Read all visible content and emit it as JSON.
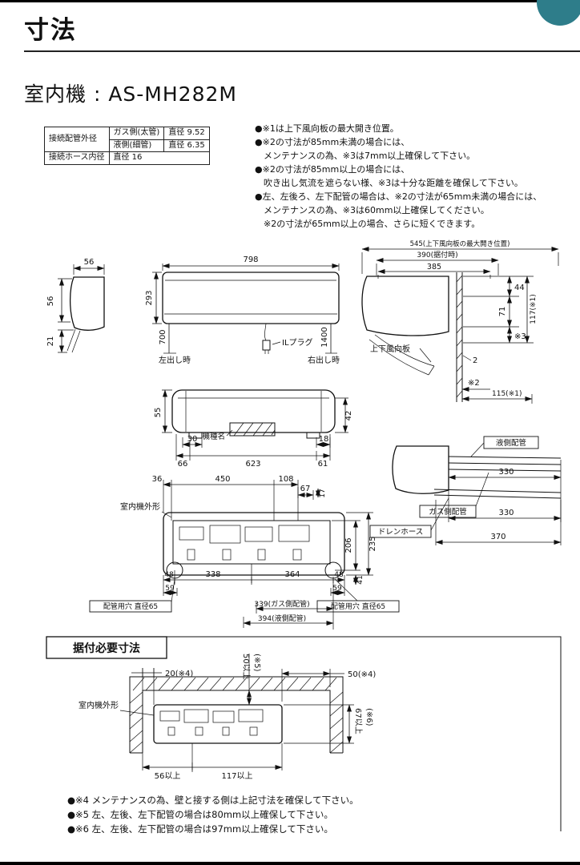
{
  "page": {
    "title": "寸法",
    "unit_heading": "室内機 : AS-MH282M"
  },
  "spec_table": {
    "pipe_od_label": "接続配管外径",
    "gas_row_label": "ガス側(太管)",
    "gas_row_value": "直径 9.52",
    "liquid_row_label": "液側(細管)",
    "liquid_row_value": "直径 6.35",
    "hose_id_label": "接続ホース内径",
    "hose_id_value": "直径 16"
  },
  "top_notes": [
    "●※1は上下風向板の最大開き位置。",
    "●※2の寸法が85mm未満の場合には、",
    "　メンテナンスの為、※3は7mm以上確保して下さい。",
    "●※2の寸法が85mm以上の場合には、",
    "　吹き出し気流を遮らない様、※3は十分な距離を確保して下さい。",
    "●左、左後ろ、左下配管の場合は、※2の寸法が65mm未満の場合には、",
    "　メンテナンスの為、※3は60mm以上確保してください。",
    "　※2の寸法が65mm以上の場合、さらに短くできます。"
  ],
  "dims": {
    "side": {
      "top56": "56",
      "left56": "56",
      "left21": "21"
    },
    "front": {
      "w798": "798",
      "h293": "293",
      "v700": "700",
      "v1400": "1400",
      "left_out": "左出し時",
      "right_out": "右出し時",
      "plug": "ILプラグ"
    },
    "right": {
      "d545": "545(上下風向板の最大開き位置)",
      "d390": "390(据付時)",
      "d385": "385",
      "d44": "44",
      "d71": "71",
      "ref3": "※3",
      "d117": "117(※1)",
      "d2": "2",
      "ref2": "※2",
      "d115": "115(※1)",
      "louver": "上下風向板"
    },
    "bottom": {
      "d55": "55",
      "d42": "42",
      "d30": "30",
      "d18": "18",
      "d66": "66",
      "d623": "623",
      "d61": "61",
      "nameplate": "機種名"
    },
    "rear": {
      "d36": "36",
      "d450": "450",
      "d108": "108",
      "d67": "67",
      "d17": "17",
      "outline": "室内機外形",
      "d206": "206",
      "d235": "235",
      "d41": "41",
      "d48l": "48",
      "d338": "338",
      "d364": "364",
      "d48r": "48",
      "d59l": "59",
      "d59r": "59",
      "hole_l": "配管用穴 直径65",
      "hole_r": "配管用穴 直径65",
      "d339": "339(ガス側配管)",
      "d394": "394(液側配管)"
    },
    "pipes": {
      "liquid": "液側配管",
      "liquid330": "330",
      "gas": "ガス側配管",
      "gas330": "330",
      "drain": "ドレンホース",
      "drain370": "370"
    }
  },
  "install": {
    "title": "据付必要寸法",
    "outline": "室内機外形",
    "d20": "20(※4)",
    "d50v": "50以上",
    "d50v_ref": "(※5)",
    "d50r": "50(※4)",
    "d67v": "67以上",
    "d67v_ref": "(※6)",
    "d56": "56以上",
    "d117": "117以上",
    "notes": [
      "●※4 メンテナンスの為、壁と接する側は上記寸法を確保して下さい。",
      "●※5 左、左後、左下配管の場合は80mm以上確保して下さい。",
      "●※6 左、左後、左下配管の場合は97mm以上確保して下さい。"
    ]
  },
  "theme": {
    "badge_color": "#2e7d8a",
    "line_color": "#111111"
  }
}
